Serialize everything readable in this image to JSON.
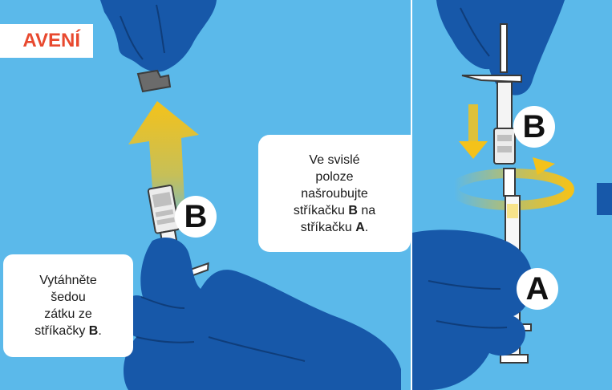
{
  "header": {
    "title_fragment": "AVENÍ"
  },
  "panel1": {
    "syringe_label": "B",
    "instruction": {
      "line1": "Vytáhněte",
      "line2": "šedou",
      "line3": "zátku ze",
      "line4_prefix": "stříkačky ",
      "line4_bold": "B",
      "line4_suffix": "."
    }
  },
  "panel2": {
    "syringe_top_label": "B",
    "syringe_bottom_label": "A",
    "instruction": {
      "line1": "Ve svislé",
      "line2": "poloze",
      "line3": "našroubujte",
      "line4_prefix": "stříkačku ",
      "line4_bold": "B",
      "line4_suffix": " na",
      "line5_prefix": "stříkačku ",
      "line5_bold": "A",
      "line5_suffix": "."
    }
  },
  "colors": {
    "background_blue": "#5bb9ea",
    "glove_blue": "#1758a9",
    "glove_dark": "#0f3d7a",
    "arrow_yellow": "#f4c21a",
    "header_red": "#e8492f",
    "stopper_gray": "#6b6b6b"
  },
  "icons": [
    "glove-hand",
    "up-arrow",
    "down-arrow",
    "rotate-arrow",
    "syringe"
  ]
}
